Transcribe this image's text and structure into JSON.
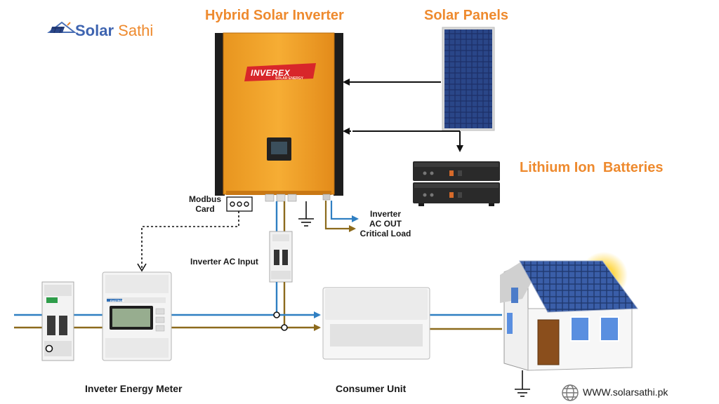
{
  "brand": {
    "name_part1": "Solar",
    "name_part2": "Sathi",
    "logo_icon": "house-with-solar-panel-icon",
    "website": "WWW.solarsathi.pk",
    "website_icon": "globe-icon"
  },
  "labels": {
    "inverter_title": "Hybrid Solar Inverter",
    "solar_panels": "Solar Panels",
    "batteries": "Lithium Ion  Batteries",
    "modbus": "Modbus\nCard",
    "inverter_ac_out": "Inverter\nAC OUT\nCritical Load",
    "inverter_ac_input": "Inverter AC Input",
    "energy_meter": "Inveter Energy Meter",
    "consumer_unit": "Consumer Unit"
  },
  "inverter": {
    "brand": "INVEREX",
    "sub": "SOLAR ENERGY",
    "body_color": "#f4a52a"
  },
  "meter": {
    "brand": "EASTRON"
  },
  "colors": {
    "accent_orange": "#ee8a2e",
    "live_wire": "#2f7fc2",
    "neutral_wire": "#8c6a1c",
    "dc_arrow": "#111111"
  }
}
